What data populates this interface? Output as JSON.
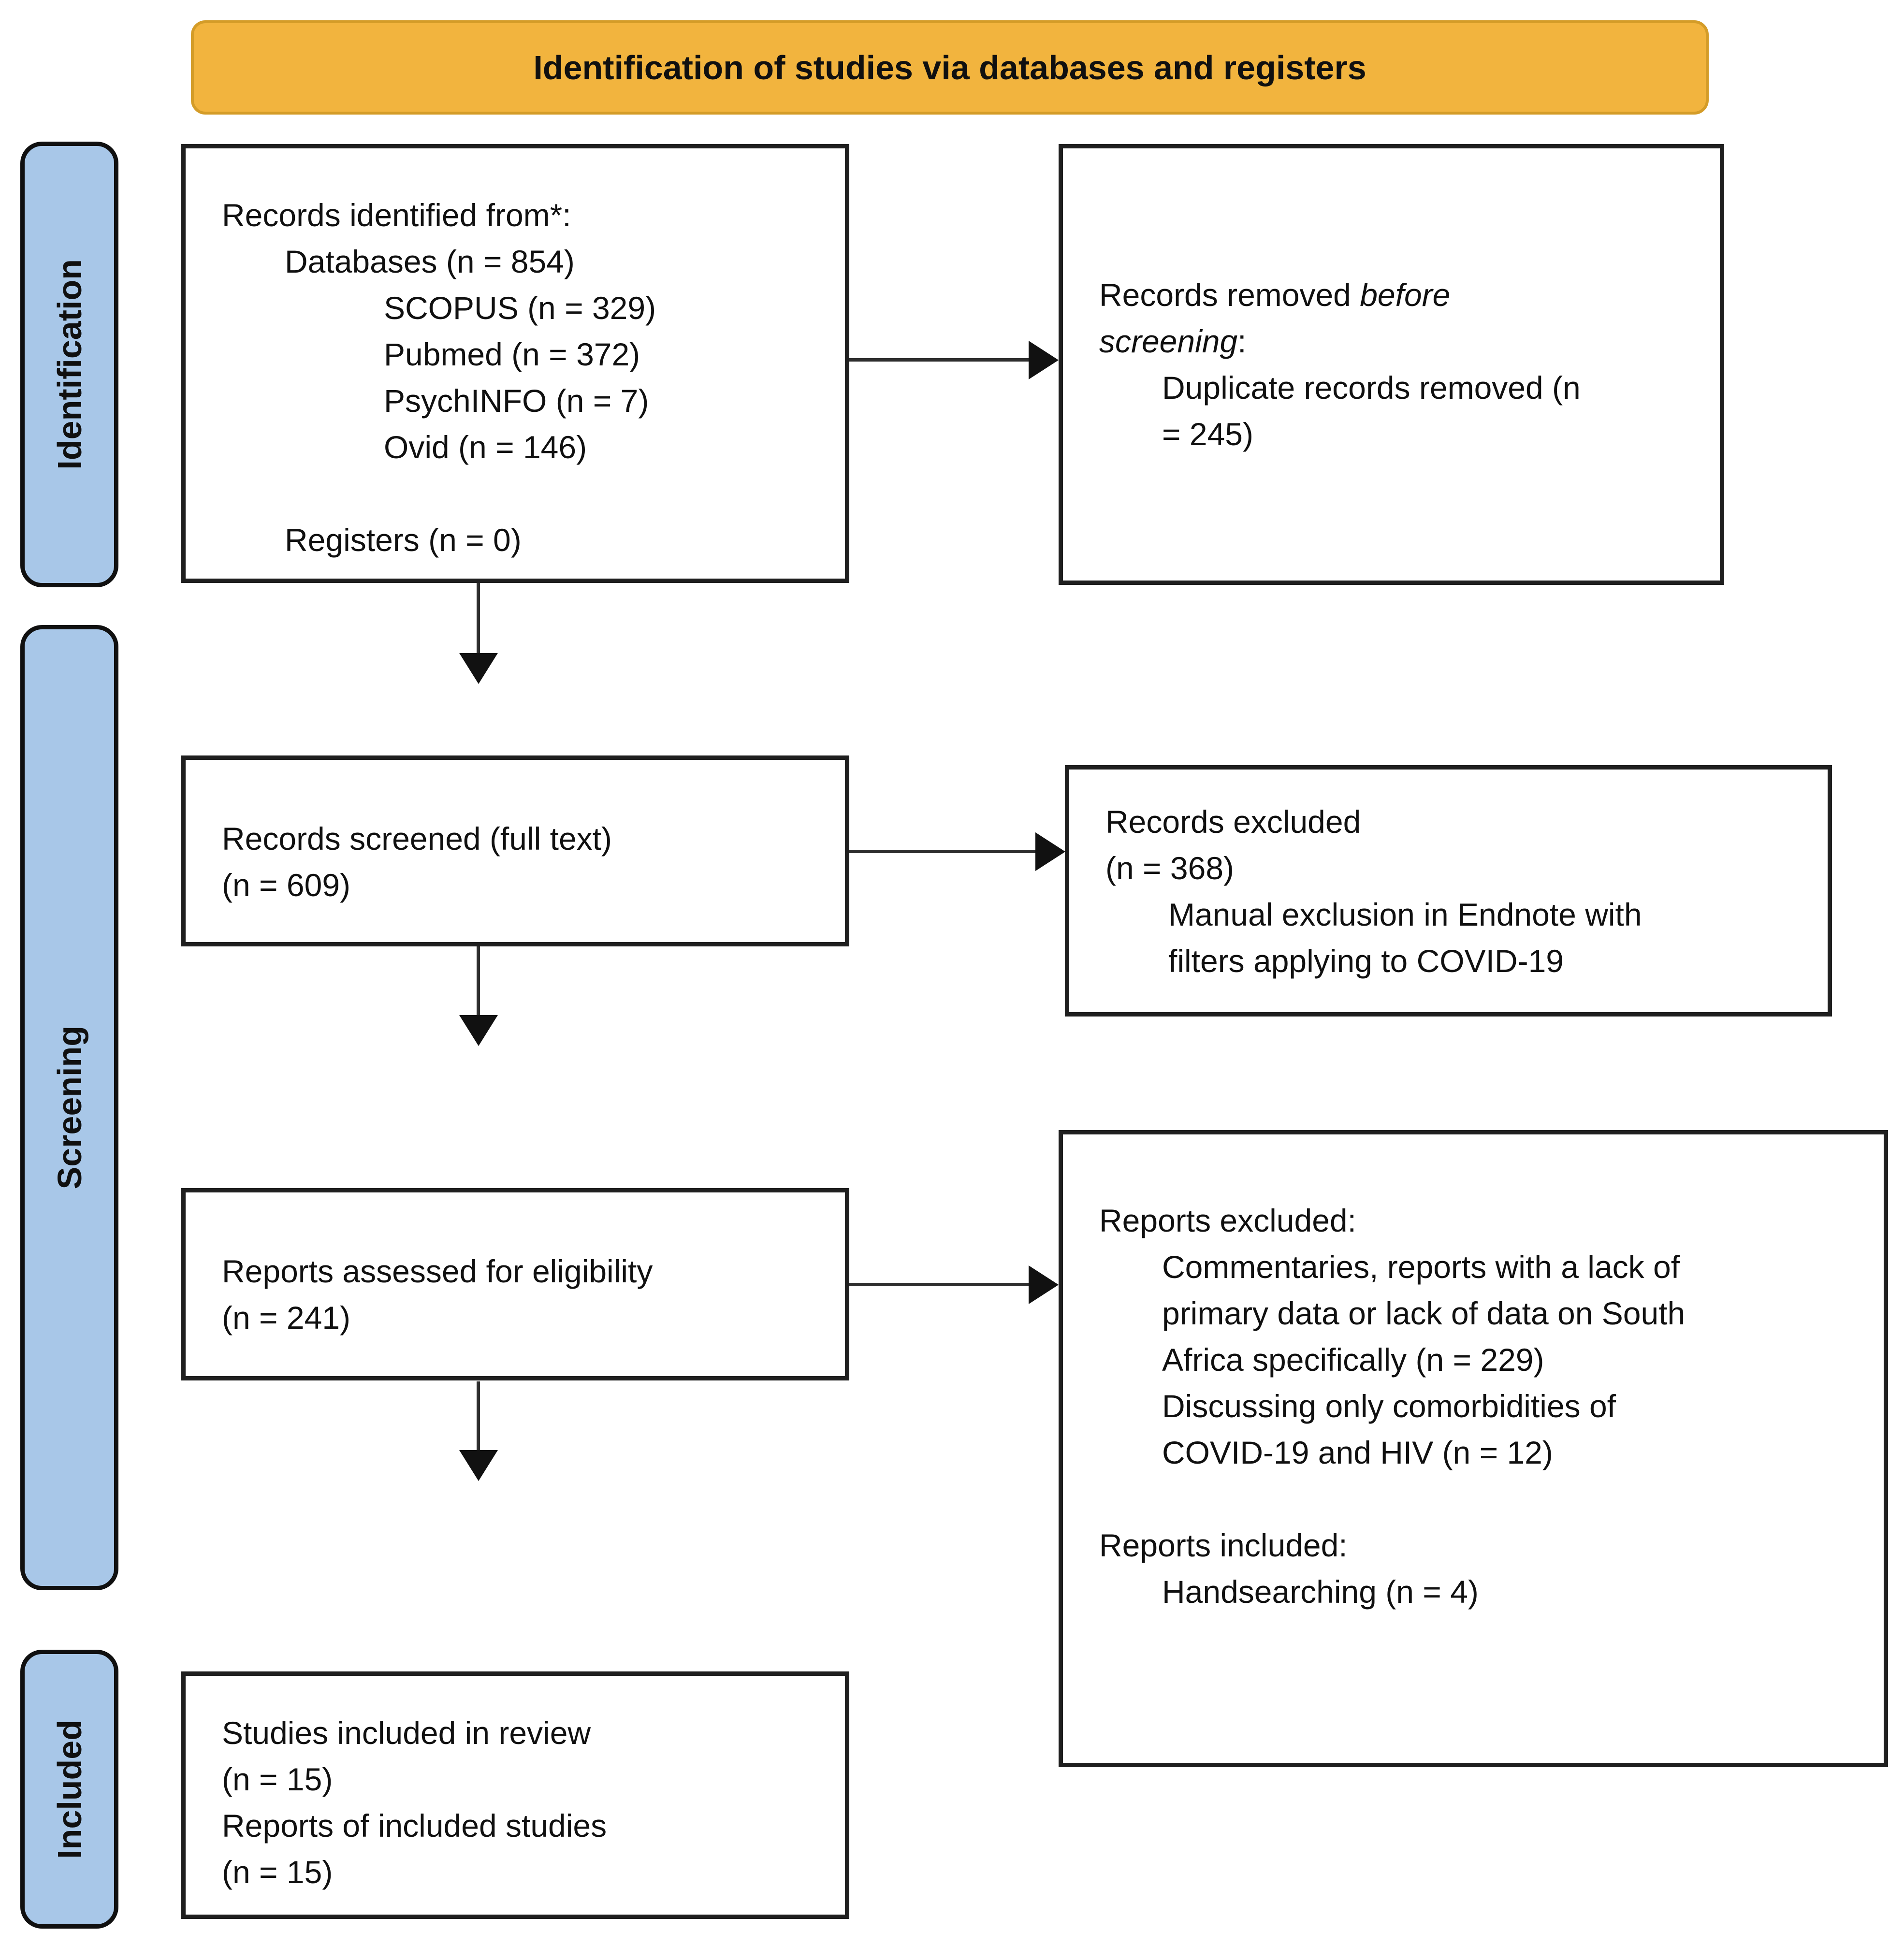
{
  "title_banner": "Identification of studies via databases and registers",
  "stage_labels": {
    "identification": "Identification",
    "screening": "Screening",
    "included": "Included"
  },
  "colors": {
    "banner_fill": "#F2B43E",
    "banner_border": "#D49C28",
    "stage_fill": "#A8C7E8",
    "box_border": "#1F1F1F",
    "arrow": "#111111"
  },
  "boxes": {
    "records_identified": {
      "l1": "Records identified from*:",
      "l2": "Databases (n = 854)",
      "l3": "SCOPUS (n = 329)",
      "l4": "Pubmed (n = 372)",
      "l5": "PsychINFO (n = 7)",
      "l6": "Ovid (n = 146)",
      "l7": "Registers (n = 0)"
    },
    "records_removed": {
      "l1a": "Records removed ",
      "l1b_italic": "before",
      "l2a_italic": "screening",
      "l2b": ":",
      "l3": "Duplicate records removed (n",
      "l4": "= 245)"
    },
    "records_screened": {
      "l1": "Records screened (full text)",
      "l2": "(n = 609)"
    },
    "records_excluded": {
      "l1": "Records excluded",
      "l2": "(n = 368)",
      "l3": "Manual exclusion in Endnote with",
      "l4": "filters applying to COVID-19"
    },
    "reports_assessed": {
      "l1": "Reports assessed for eligibility",
      "l2": "(n = 241)"
    },
    "reports_excluded": {
      "l1": "Reports excluded:",
      "l2": "Commentaries, reports with a lack of",
      "l3": "primary data or lack of data on South",
      "l4": "Africa specifically (n = 229)",
      "l5": "Discussing only comorbidities of",
      "l6": "COVID-19 and HIV (n = 12)",
      "l7": "Reports included:",
      "l8": "Handsearching (n = 4)"
    },
    "studies_included": {
      "l1": "Studies included in review",
      "l2": "(n = 15)",
      "l3": "Reports of included studies",
      "l4": "(n = 15)"
    }
  }
}
